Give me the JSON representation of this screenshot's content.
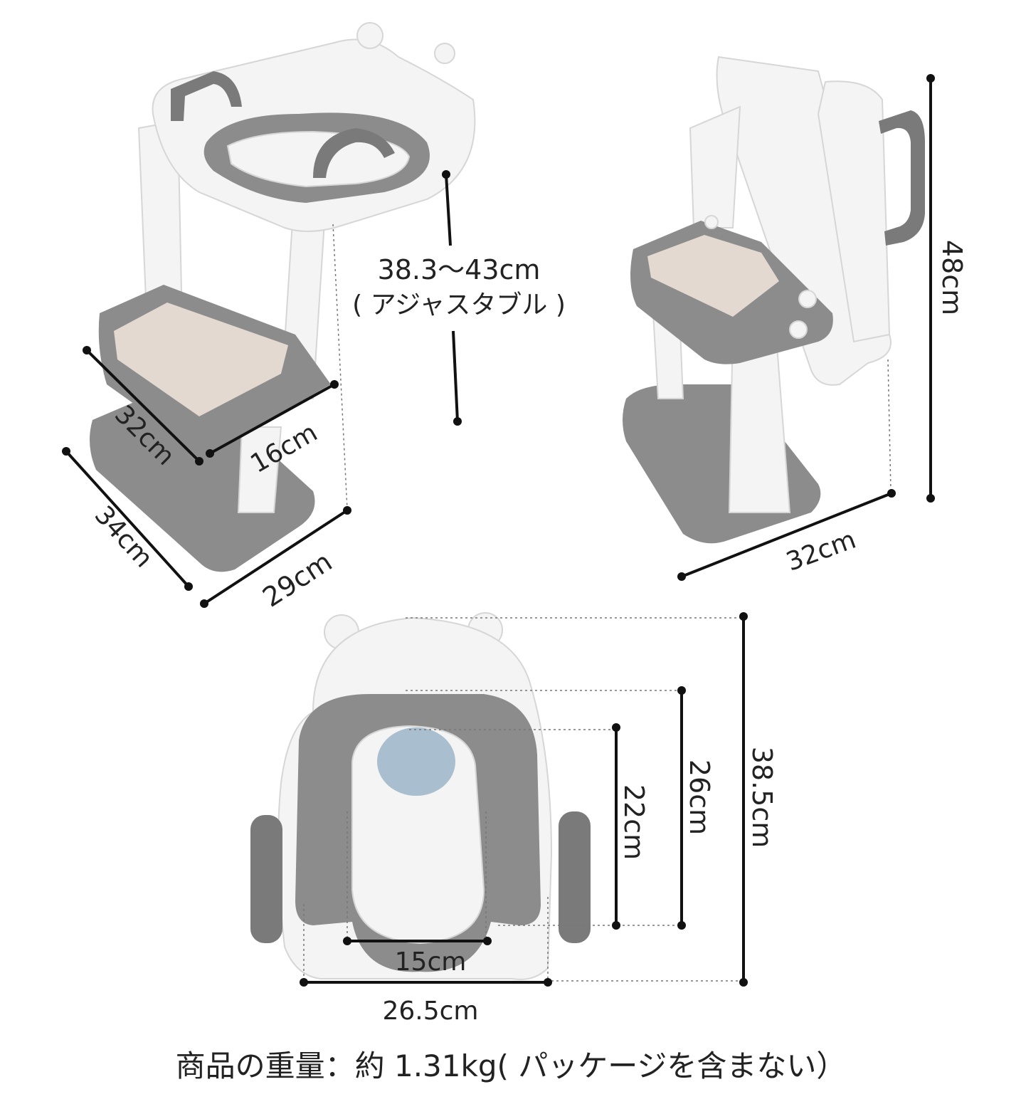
{
  "views": {
    "front": {
      "height_label": "38.3～43cm",
      "height_note": "( アジャスタブル )",
      "step_width": "32cm",
      "step_depth": "16cm",
      "base_width": "34cm",
      "base_depth": "29cm"
    },
    "side": {
      "total_height": "48cm",
      "base_width": "32cm"
    },
    "top": {
      "total_length": "38.5cm",
      "inner_length": "26cm",
      "opening_length": "22cm",
      "opening_width": "15cm",
      "outer_width": "26.5cm"
    }
  },
  "footer": {
    "weight_text": "商品の重量：約 1.31kg( パッケージを含まない）"
  },
  "colors": {
    "white_part": "#f4f4f4",
    "gray_part": "#8c8c8c",
    "beige_pad": "#e3d9d0",
    "dimension_line": "#111111"
  }
}
